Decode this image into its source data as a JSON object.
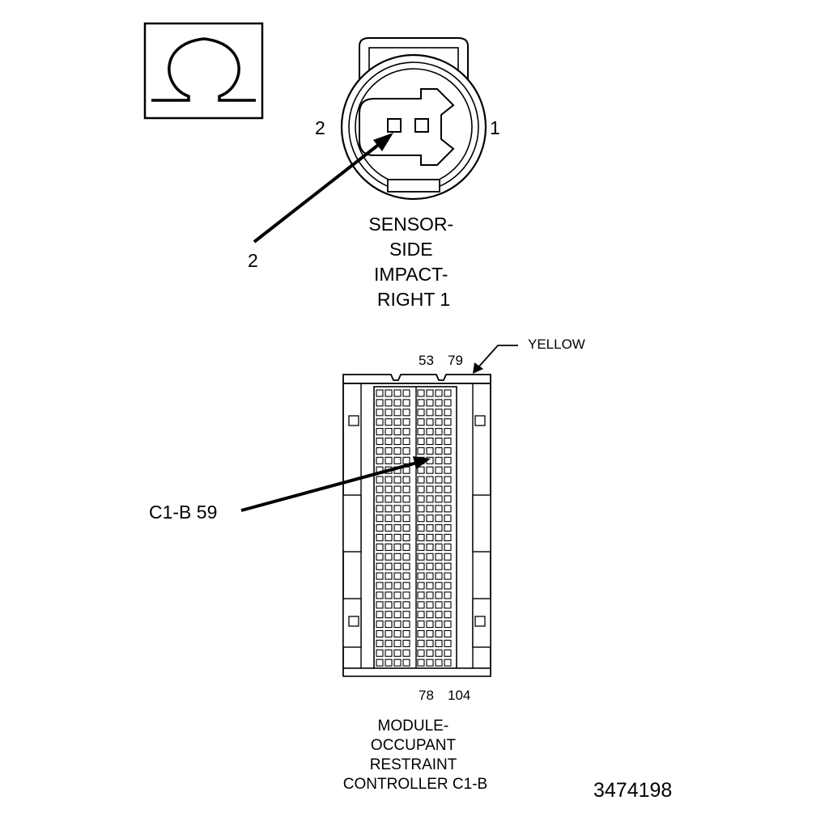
{
  "sensor": {
    "pin_left": "2",
    "pin_right": "1",
    "callout": "2",
    "name_lines": [
      "SENSOR-",
      "SIDE",
      "IMPACT-",
      "RIGHT 1"
    ]
  },
  "module": {
    "top_pin_a": "53",
    "top_pin_b": "79",
    "bottom_pin_a": "78",
    "bottom_pin_b": "104",
    "color_label": "YELLOW",
    "callout": "C1-B 59",
    "name_lines": [
      "MODULE-",
      "OCCUPANT",
      "RESTRAINT",
      "CONTROLLER C1-B"
    ]
  },
  "figure_id": "3474198",
  "icons": {
    "ohm": "ohm-meter-icon"
  }
}
